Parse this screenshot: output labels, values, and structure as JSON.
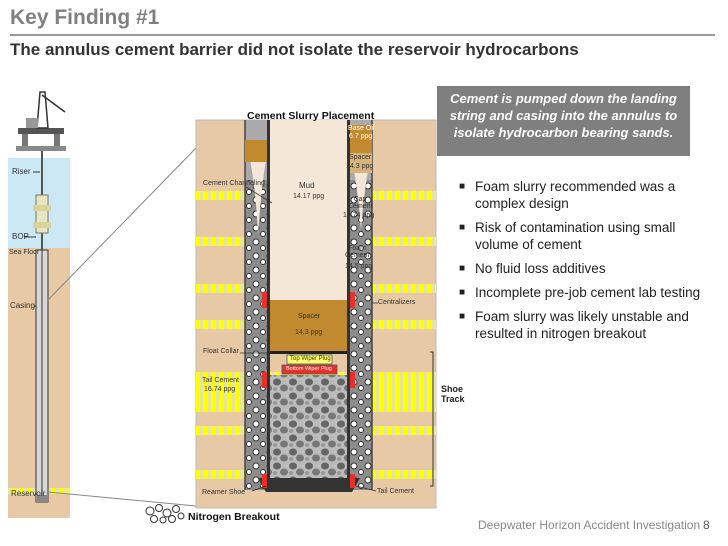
{
  "header": {
    "title": "Key Finding #1",
    "subtitle": "The annulus cement barrier did not isolate the reservoir hydrocarbons"
  },
  "callout": "Cement is pumped down the landing string and casing into the annulus to isolate hydrocarbon bearing sands.",
  "bullets": [
    "Foam slurry recommended was a complex design",
    "Risk of contamination using small volume of cement",
    "No fluid loss additives",
    "Incomplete pre-job cement lab testing",
    "Foam slurry was likely unstable and resulted in nitrogen breakout"
  ],
  "left_diagram": {
    "riser": "Riser",
    "bop": "BOP",
    "sea_floor": "Sea Floor",
    "casing": "Casing",
    "reservoir": "Reservoir"
  },
  "detail": {
    "title": "Cement Slurry Placement",
    "base_oil": "Base Oil",
    "base_oil_ppg": "6.7 ppg",
    "spacer_top": "Spacer",
    "spacer_top_ppg": "14.3 ppg",
    "cement_channeling": "Cement Channeling",
    "mud": "Mud",
    "mud_ppg": "14.17 ppg",
    "cap_cement": "Cap Cement",
    "cap_cement_ppg": "16.74 ppg",
    "foam_cement": "Foam Cement",
    "foam_cement_ppg": "14.5 ppg",
    "spacer": "Spacer",
    "spacer_ppg": "14.3 ppg",
    "centralizers": "Centralizers",
    "float_collar": "Float Collar",
    "top_wiper_plug": "Top Wiper Plug",
    "bottom_wiper_plug": "Bottom Wiper Plug",
    "tail_cement": "Tail Cement",
    "tail_cement_ppg": "16.74 ppg",
    "reamer_shoe": "Reamer Shoe",
    "tail_cement_right": "Tail Cement",
    "shoe_track": "Shoe Track"
  },
  "legend": {
    "nitrogen_breakout": "Nitrogen Breakout"
  },
  "footer": {
    "org": "Deepwater Horizon Accident Investigation",
    "page": "8"
  },
  "colors": {
    "rock": "#e8c9a6",
    "sand": "#ffff00",
    "sea": "#cce8f4",
    "mud": "#f5e7d8",
    "spacer": "#c18a2f",
    "cement_gray": "#a9a9a9",
    "callout": "#7f7f7f",
    "plug_red": "#e8302a"
  }
}
